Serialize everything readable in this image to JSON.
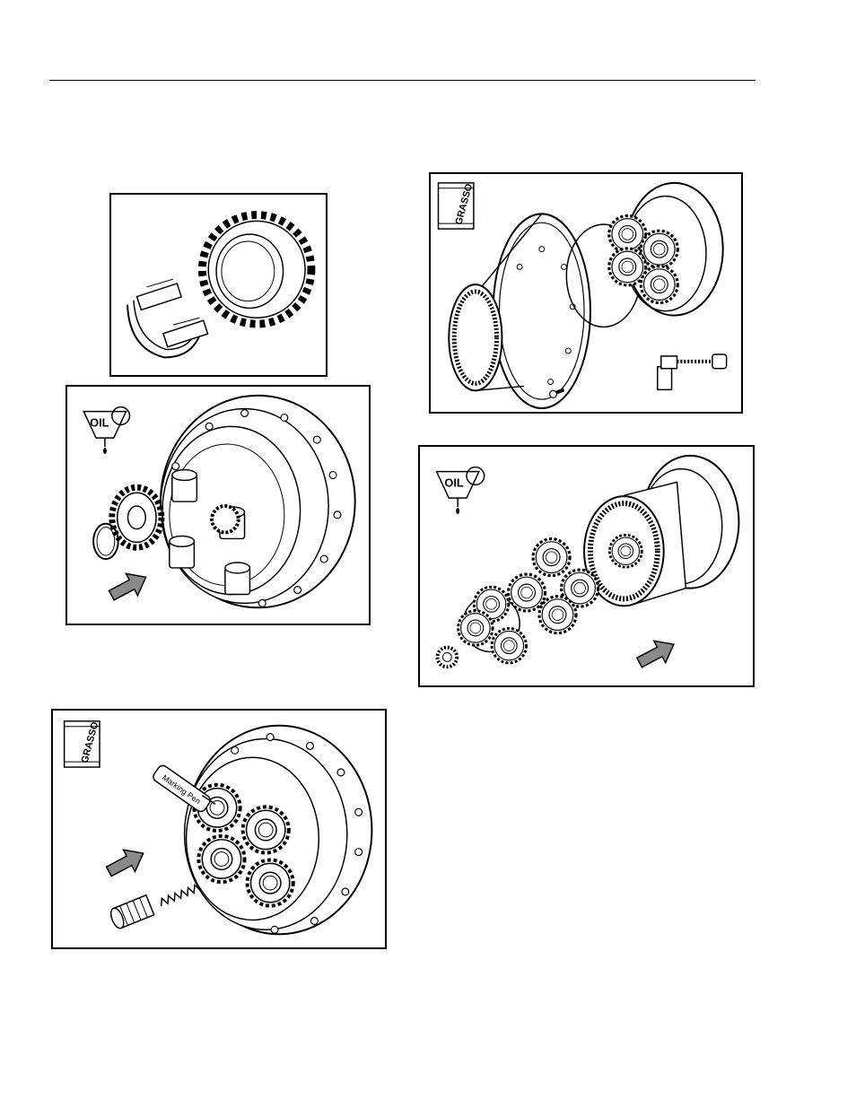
{
  "page": {
    "header_rule": true
  },
  "labels": {
    "oil": "OIL",
    "grasso": "GRASSO",
    "marking_pen": "Marking Pen"
  },
  "figures": [
    {
      "id": "bearing-and-gear",
      "icons": [
        "split-bearing-icon",
        "spur-gear-icon"
      ]
    },
    {
      "id": "oil-gear-install",
      "icons": [
        "oil-can-icon",
        "snap-ring-icon",
        "spur-gear-icon",
        "hub-assembly-icon",
        "install-arrow-icon"
      ]
    },
    {
      "id": "grease-planet-gears",
      "icons": [
        "grease-can-icon",
        "marking-pen-icon",
        "planet-gears-icon",
        "spring-icon",
        "sun-gear-shaft-icon",
        "install-arrow-icon"
      ]
    },
    {
      "id": "grease-ring-gear",
      "icons": [
        "grease-can-icon",
        "ring-gear-icon",
        "o-ring-icon",
        "hub-assembly-icon",
        "bolt-icon",
        "torque-wrench-icon",
        "install-arrow-icon"
      ]
    },
    {
      "id": "oil-carrier-assembly",
      "icons": [
        "oil-can-icon",
        "carrier-assembly-icon",
        "ring-gear-hub-icon",
        "install-arrow-icon"
      ]
    }
  ]
}
